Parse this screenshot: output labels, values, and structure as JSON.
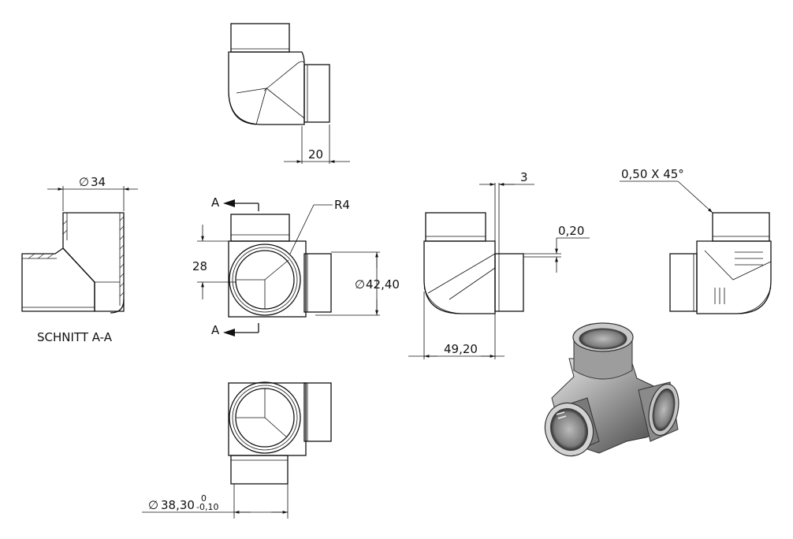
{
  "dimensions": {
    "top_view_width": "20",
    "section_diameter": "34",
    "front_height": "28",
    "fillet_radius": "R4",
    "front_diameter": "42,40",
    "side_step": "3",
    "side_groove": "0,20",
    "side_length": "49,20",
    "chamfer": "0,50 X 45°",
    "bottom_diameter": "38,30",
    "bottom_tol_upper": "0",
    "bottom_tol_lower": "-0,10"
  },
  "labels": {
    "section_marker_top": "A",
    "section_marker_bottom": "A",
    "section_title": "SCHNITT A-A"
  },
  "symbols": {
    "diameter": "∅"
  }
}
